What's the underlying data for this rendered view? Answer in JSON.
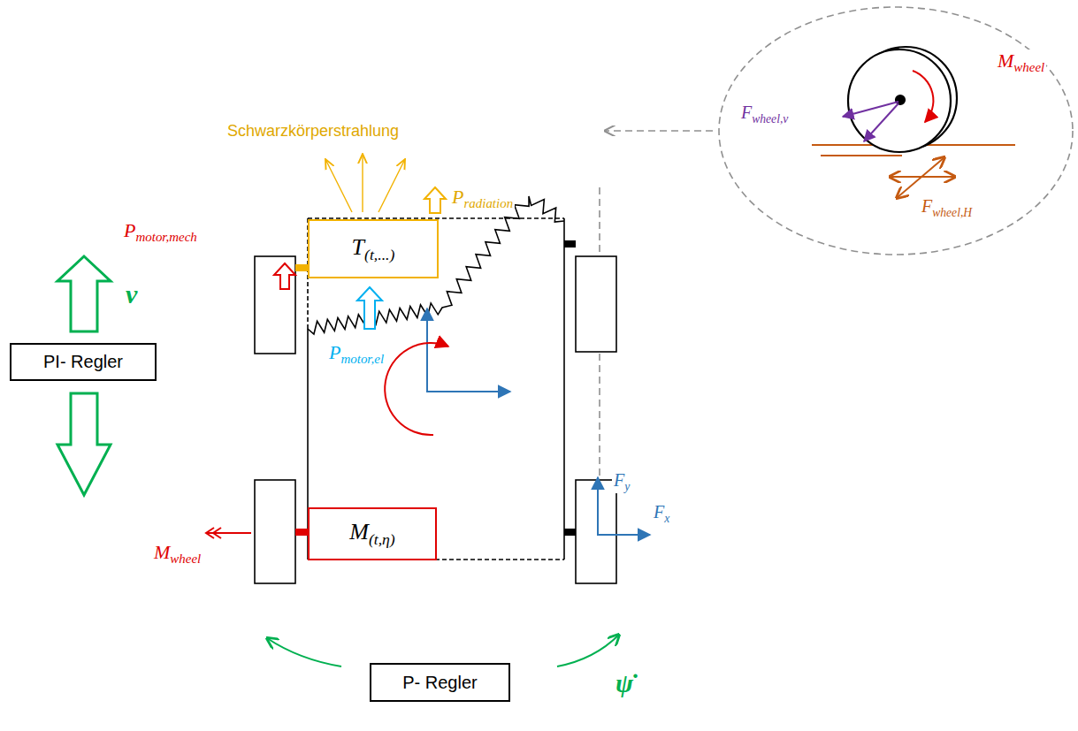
{
  "diagram": {
    "nodes": [
      {
        "text": [
          "T(t,...)"
        ]
      },
      {
        "text": [
          "PI- Regler"
        ]
      },
      {
        "text": [
          "M(t,η)"
        ]
      },
      {
        "text": [
          "P- Regler"
        ]
      }
    ],
    "labels": [
      "Schwarzkörperstrahlung",
      "Pradiation",
      "Mwheel",
      "Fwheel,v",
      "Fwheel,H",
      "Pmotor,mech",
      "v",
      "Pmotor,el",
      "Fy",
      "Fx",
      "Mwheel",
      "ψ̇"
    ]
  }
}
